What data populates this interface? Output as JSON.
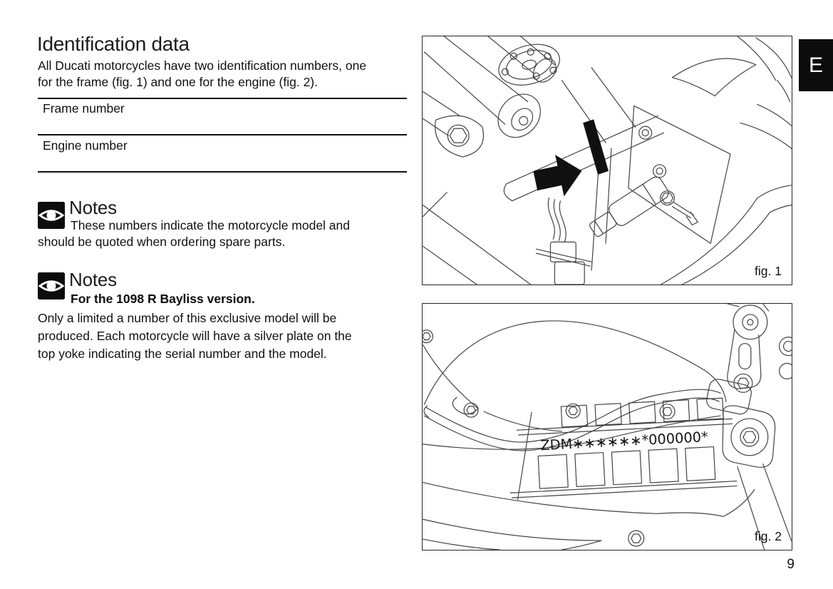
{
  "document": {
    "section_letter": "E",
    "page_number": "9"
  },
  "content": {
    "title": "Identification data",
    "intro_lines": [
      "All Ducati motorcycles have two identification numbers, one",
      "for the frame (fig. 1) and one for the engine (fig. 2)."
    ],
    "fields": [
      {
        "label": "Frame number"
      },
      {
        "label": "Engine number"
      }
    ],
    "note1": {
      "heading": "Notes",
      "lines": [
        "These numbers indicate the motorcycle model and",
        "should be quoted when ordering spare parts."
      ]
    },
    "note2": {
      "heading": "Notes",
      "subheading": "For the 1098 R Bayliss version.",
      "lines": [
        "Only a limited a number of this exclusive model will be",
        "produced. Each motorcycle will have a silver plate on the",
        "top yoke indicating the serial number and the model."
      ]
    }
  },
  "figures": {
    "fig1": {
      "label": "fig. 1"
    },
    "fig2": {
      "label": "fig. 2",
      "plate_text": "ZDM∗∗∗∗∗∗*000000*"
    }
  },
  "colors": {
    "ink": "#141414",
    "drawing_line": "#434343",
    "tab_background": "#0c0c0c",
    "page_background": "#ffffff"
  }
}
